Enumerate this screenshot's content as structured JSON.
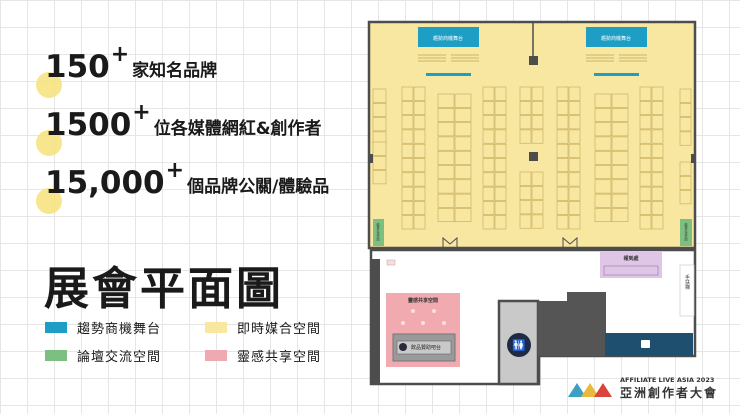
{
  "stats": [
    {
      "number": "150",
      "plus": "+",
      "label": "家知名品牌"
    },
    {
      "number": "1500",
      "plus": "+",
      "label": "位各媒體網紅&創作者"
    },
    {
      "number": "15,000",
      "plus": "+",
      "label": "個品牌公關/體驗品"
    }
  ],
  "title": "展會平面圖",
  "legend": [
    {
      "label": "趨勢商機舞台",
      "color": "#1e9ec4"
    },
    {
      "label": "即時媒合空間",
      "color": "#f8e7a0"
    },
    {
      "label": "論壇交流空間",
      "color": "#7cbf80"
    },
    {
      "label": "靈感共享空間",
      "color": "#eeaab0"
    }
  ],
  "map": {
    "stage_label": "趨勢商機舞台",
    "forum_label": "論壇交流空間",
    "checkin_label": "報到處",
    "escalator_label": "手扶梯",
    "inspiration_label": "靈感共享空間",
    "bar_label": "飲品贊助吧台",
    "floor_color": "#f8e7a0",
    "wall_color": "#4d4d4d"
  },
  "logo": {
    "en": "AFFILIATE LIVE ASIA 2023",
    "zh": "亞洲創作者大會"
  }
}
